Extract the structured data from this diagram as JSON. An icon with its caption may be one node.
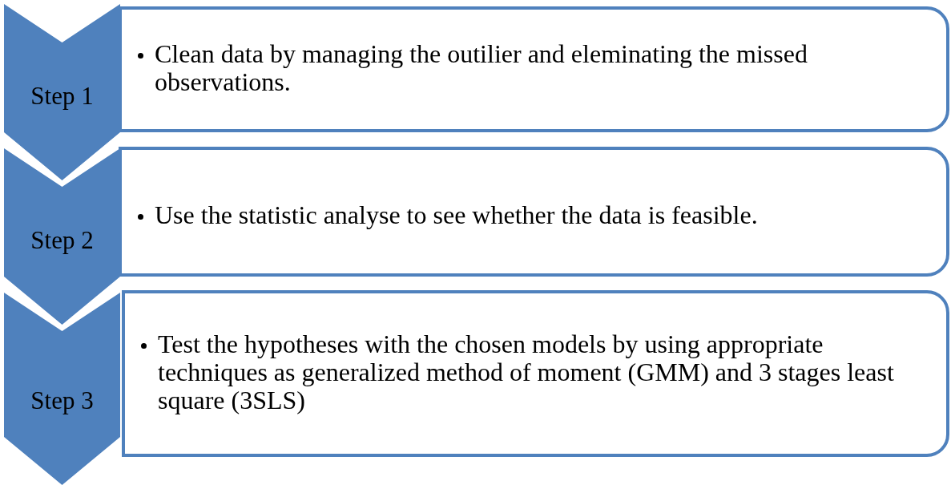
{
  "diagram": {
    "nodes": [
      {
        "text": [
          "Step 1"
        ]
      },
      {
        "text": [
          "Clean data by managing the outilier and eleminating the missed observations."
        ]
      },
      {
        "text": [
          "Step 2"
        ]
      },
      {
        "text": [
          "Use the statistic analyse to see whether the data is feasible."
        ]
      },
      {
        "text": [
          "Step 3"
        ]
      },
      {
        "text": [
          "Test the hypotheses with the chosen models by using appropriate techniques as generalized method of moment (GMM) and 3 stages least square (3SLS)"
        ]
      }
    ]
  }
}
